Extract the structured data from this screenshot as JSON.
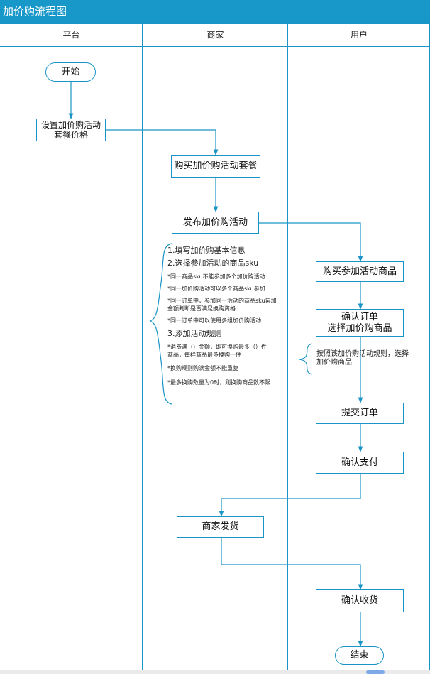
{
  "title": "加价购流程图",
  "lanes": [
    "平台",
    "商家",
    "用户"
  ],
  "nodes": {
    "start": "开始",
    "set_price": [
      "设置加价购活动",
      "套餐价格"
    ],
    "buy_package": "购买加价购活动套餐",
    "publish": "发布加价购活动",
    "buy_goods": "购买参加活动商品",
    "confirm_order": [
      "确认订单",
      "选择加价购商品"
    ],
    "submit_order": "提交订单",
    "confirm_pay": "确认支付",
    "ship": "商家发货",
    "confirm_receipt": "确认收货",
    "end": "结束"
  },
  "merchant_note": {
    "h1": "1.填写加价购基本信息",
    "h2": "2.选择参加活动的商品sku",
    "s1": "*同一商品sku不能参加多个加价购活动",
    "s2": "*同一加价购活动可以多个商品sku参加",
    "s3a": "*同一订单中，参加同一活动的商品sku累加",
    "s3b": "金额判断是否满足换购资格",
    "s4": "*同一订单中可以使用多组加价购活动",
    "h3": "3.添加活动规则",
    "s5a": "*消费满（）金额，即可换购最多（）件",
    "s5b": "商品，每样商品最多换购一件",
    "s6": "*换购规则购满金额不能重复",
    "s7": "*最多换购数量为0时，则换购商品数不限"
  },
  "user_note": [
    "按照该加价购活动规则，选择",
    "加价购商品"
  ],
  "colors": {
    "accent": "#1a94c6",
    "title_bg": "#1897c9"
  }
}
